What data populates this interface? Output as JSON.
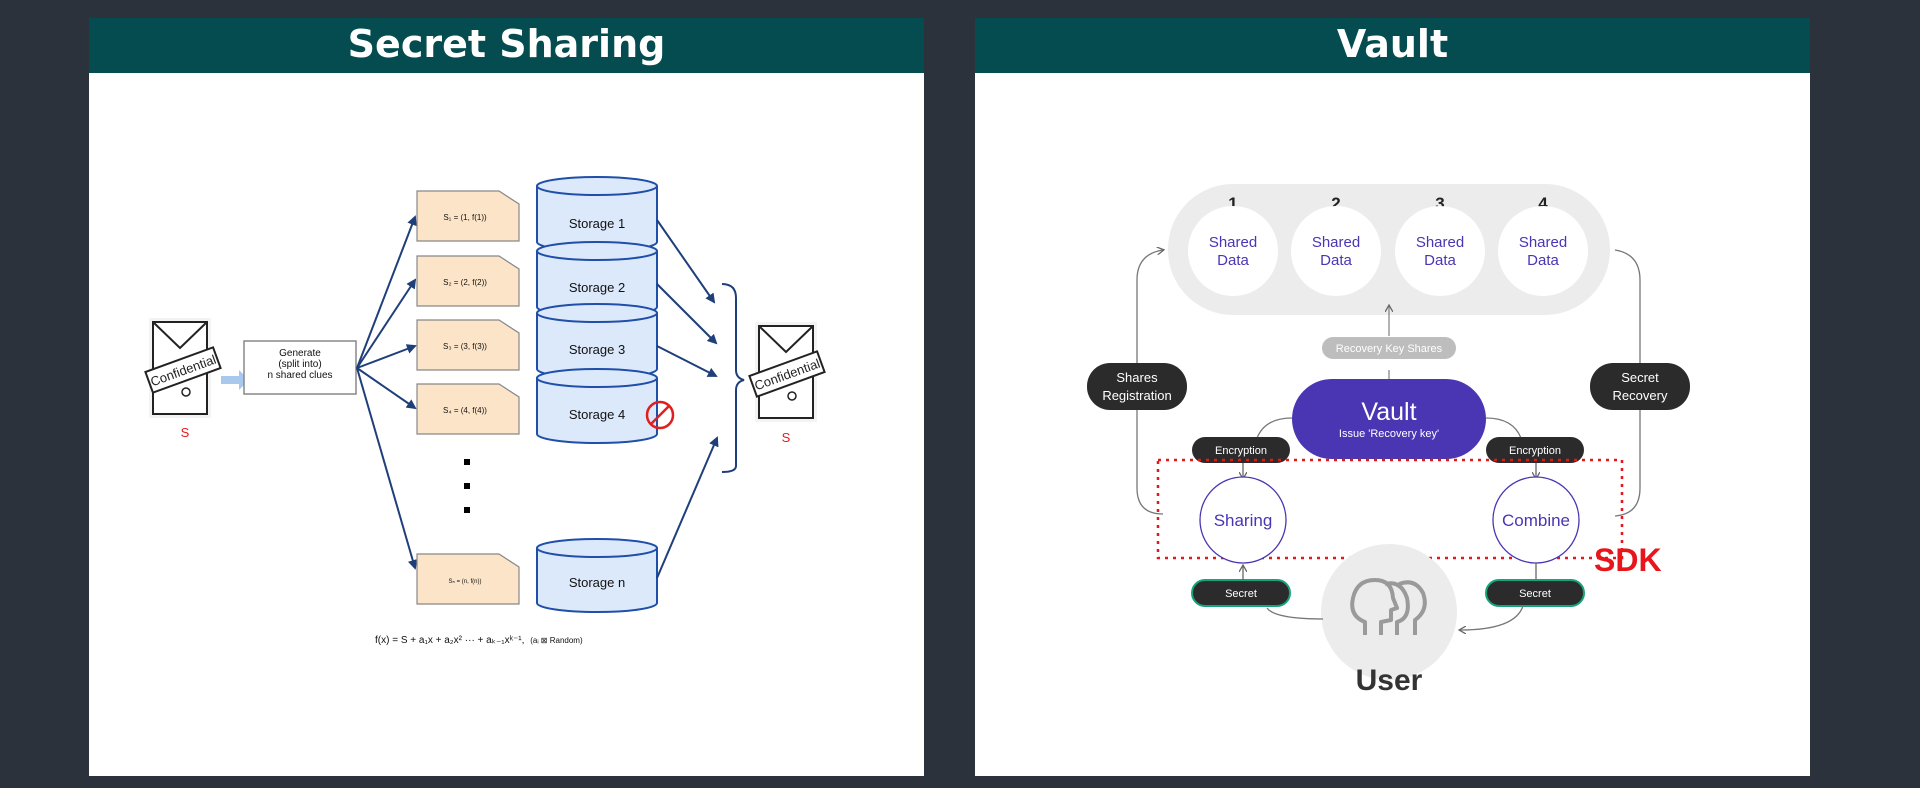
{
  "secret_sharing": {
    "title": "Secret Sharing",
    "generate_box": [
      "Generate",
      "(split into)",
      "n shared clues"
    ],
    "confidential_label": "Confidential",
    "secret_symbol": "S",
    "shares": [
      "S₁ = (1, f(1))",
      "S₂ = (2, f(2))",
      "S₃ = (3, f(3))",
      "S₄ = (4, f(4))",
      "Sₙ = (n, f(n))"
    ],
    "storages": [
      "Storage 1",
      "Storage 2",
      "Storage 3",
      "Storage 4",
      "Storage n"
    ],
    "formula": "f(x) = S + a₁x + a₂x² ··· + aₖ₋₁xᵏ⁻¹,",
    "formula_note": "(aᵢ ⊠ Random)"
  },
  "vault": {
    "title": "Vault",
    "shared_data": [
      {
        "number": "1",
        "line1": "Shared",
        "line2": "Data"
      },
      {
        "number": "2",
        "line1": "Shared",
        "line2": "Data"
      },
      {
        "number": "3",
        "line1": "Shared",
        "line2": "Data"
      },
      {
        "number": "4",
        "line1": "Shared",
        "line2": "Data"
      }
    ],
    "recovery_key_shares": "Recovery Key Shares",
    "vault_label": "Vault",
    "vault_sub": "Issue 'Recovery key'",
    "shares_registration": [
      "Shares",
      "Registration"
    ],
    "secret_recovery": [
      "Secret",
      "Recovery"
    ],
    "encryption": "Encryption",
    "sharing": "Sharing",
    "combine": "Combine",
    "sdk": "SDK",
    "secret": "Secret",
    "user": "User",
    "colors": {
      "purple": "#4a35b3",
      "dark": "#2b2b2b",
      "sdk_red": "#e8151b",
      "header": "#044c4f"
    }
  }
}
